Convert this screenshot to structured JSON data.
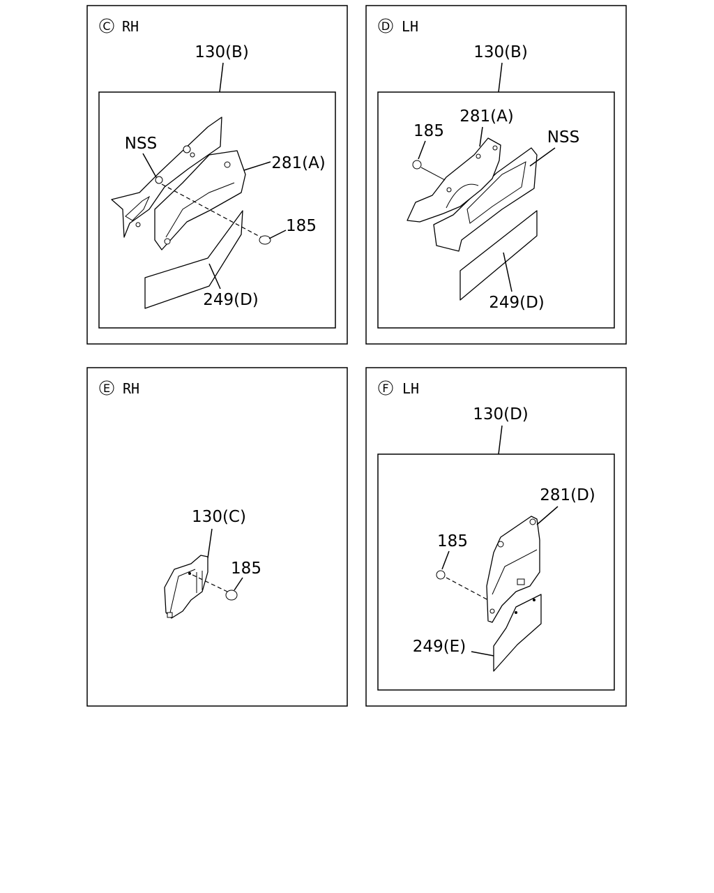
{
  "panels": {
    "c": {
      "view_letter": "C",
      "side": "RH",
      "labels": {
        "top": "130(B)",
        "nss": "NSS",
        "part281": "281(A)",
        "part185": "185",
        "part249": "249(D)"
      }
    },
    "d": {
      "view_letter": "D",
      "side": "LH",
      "labels": {
        "top": "130(B)",
        "part281": "281(A)",
        "part185": "185",
        "nss": "NSS",
        "part249": "249(D)"
      }
    },
    "e": {
      "view_letter": "E",
      "side": "RH",
      "labels": {
        "top": "130(C)",
        "part185": "185"
      }
    },
    "f": {
      "view_letter": "F",
      "side": "LH",
      "labels": {
        "top": "130(D)",
        "part281": "281(D)",
        "part185": "185",
        "part249": "249(E)"
      }
    }
  }
}
